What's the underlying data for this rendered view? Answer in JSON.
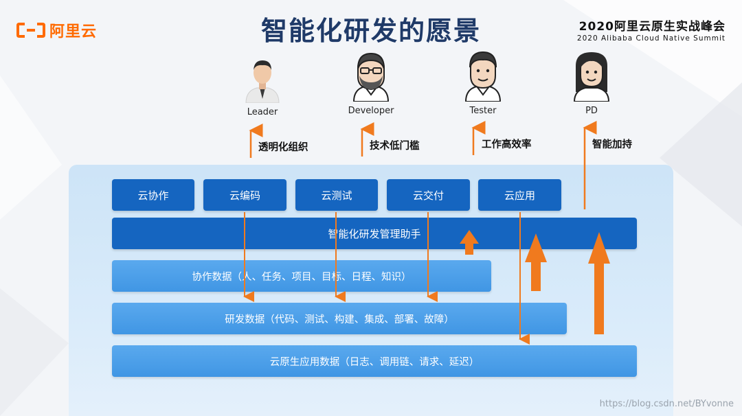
{
  "logo": {
    "text": "阿里云"
  },
  "title": "智能化研发的愿景",
  "summit": {
    "cn": "2020阿里云原生实战峰会",
    "en": "2020 Alibaba Cloud Native Summit"
  },
  "roles": [
    {
      "name": "Leader",
      "benefit": "透明化组织"
    },
    {
      "name": "Developer",
      "benefit": "技术低门槛"
    },
    {
      "name": "Tester",
      "benefit": "工作高效率"
    },
    {
      "name": "PD",
      "benefit": "智能加持"
    }
  ],
  "services": [
    "云协作",
    "云编码",
    "云测试",
    "云交付",
    "云应用"
  ],
  "assistant": "智能化研发管理助手",
  "layers": [
    "协作数据（人、任务、项目、目标、日程、知识）",
    "研发数据（代码、测试、构建、集成、部署、故障）",
    "云原生应用数据（日志、调用链、请求、延迟）"
  ],
  "colors": {
    "brand_orange": "#ff6a00",
    "service_blue": "#1565c0",
    "layer_blue": "#4096e4",
    "arrow_orange": "#f07a1e"
  },
  "watermark": "https://blog.csdn.net/BYvonne"
}
